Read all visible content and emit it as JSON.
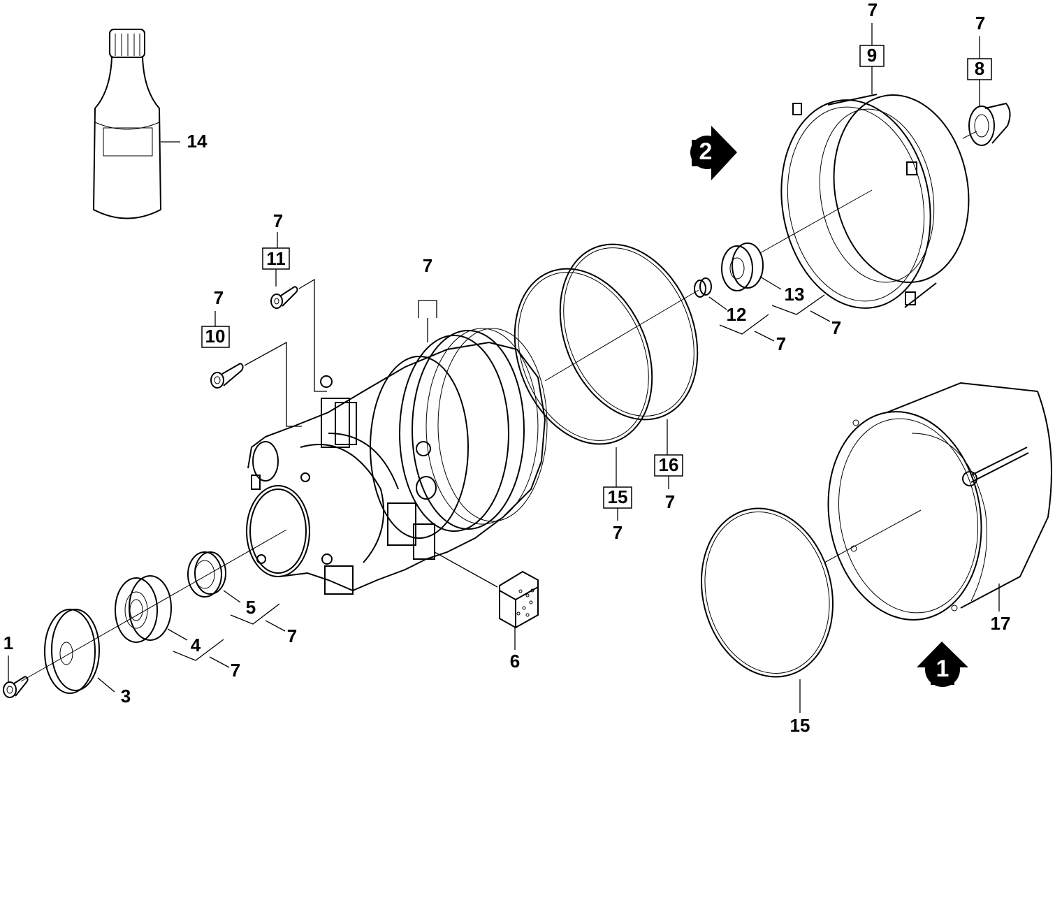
{
  "labels": {
    "l1": "1",
    "l3": "3",
    "l4": "4",
    "l4_note": "7",
    "l5": "5",
    "l5_note": "7",
    "l6": "6",
    "l7_motor": "7",
    "l10": "10",
    "l10_note": "7",
    "l11": "11",
    "l11_note": "7",
    "l12": "12",
    "l12_note": "7",
    "l13": "13",
    "l13_note": "7",
    "l14": "14",
    "l15a": "15",
    "l15a_note": "7",
    "l15b": "15",
    "l16": "16",
    "l16_note": "7",
    "l17": "17",
    "l9": "9",
    "l9_note": "7",
    "l8": "8",
    "l8_note": "7"
  },
  "references": {
    "ref1": "1",
    "ref2": "2"
  }
}
